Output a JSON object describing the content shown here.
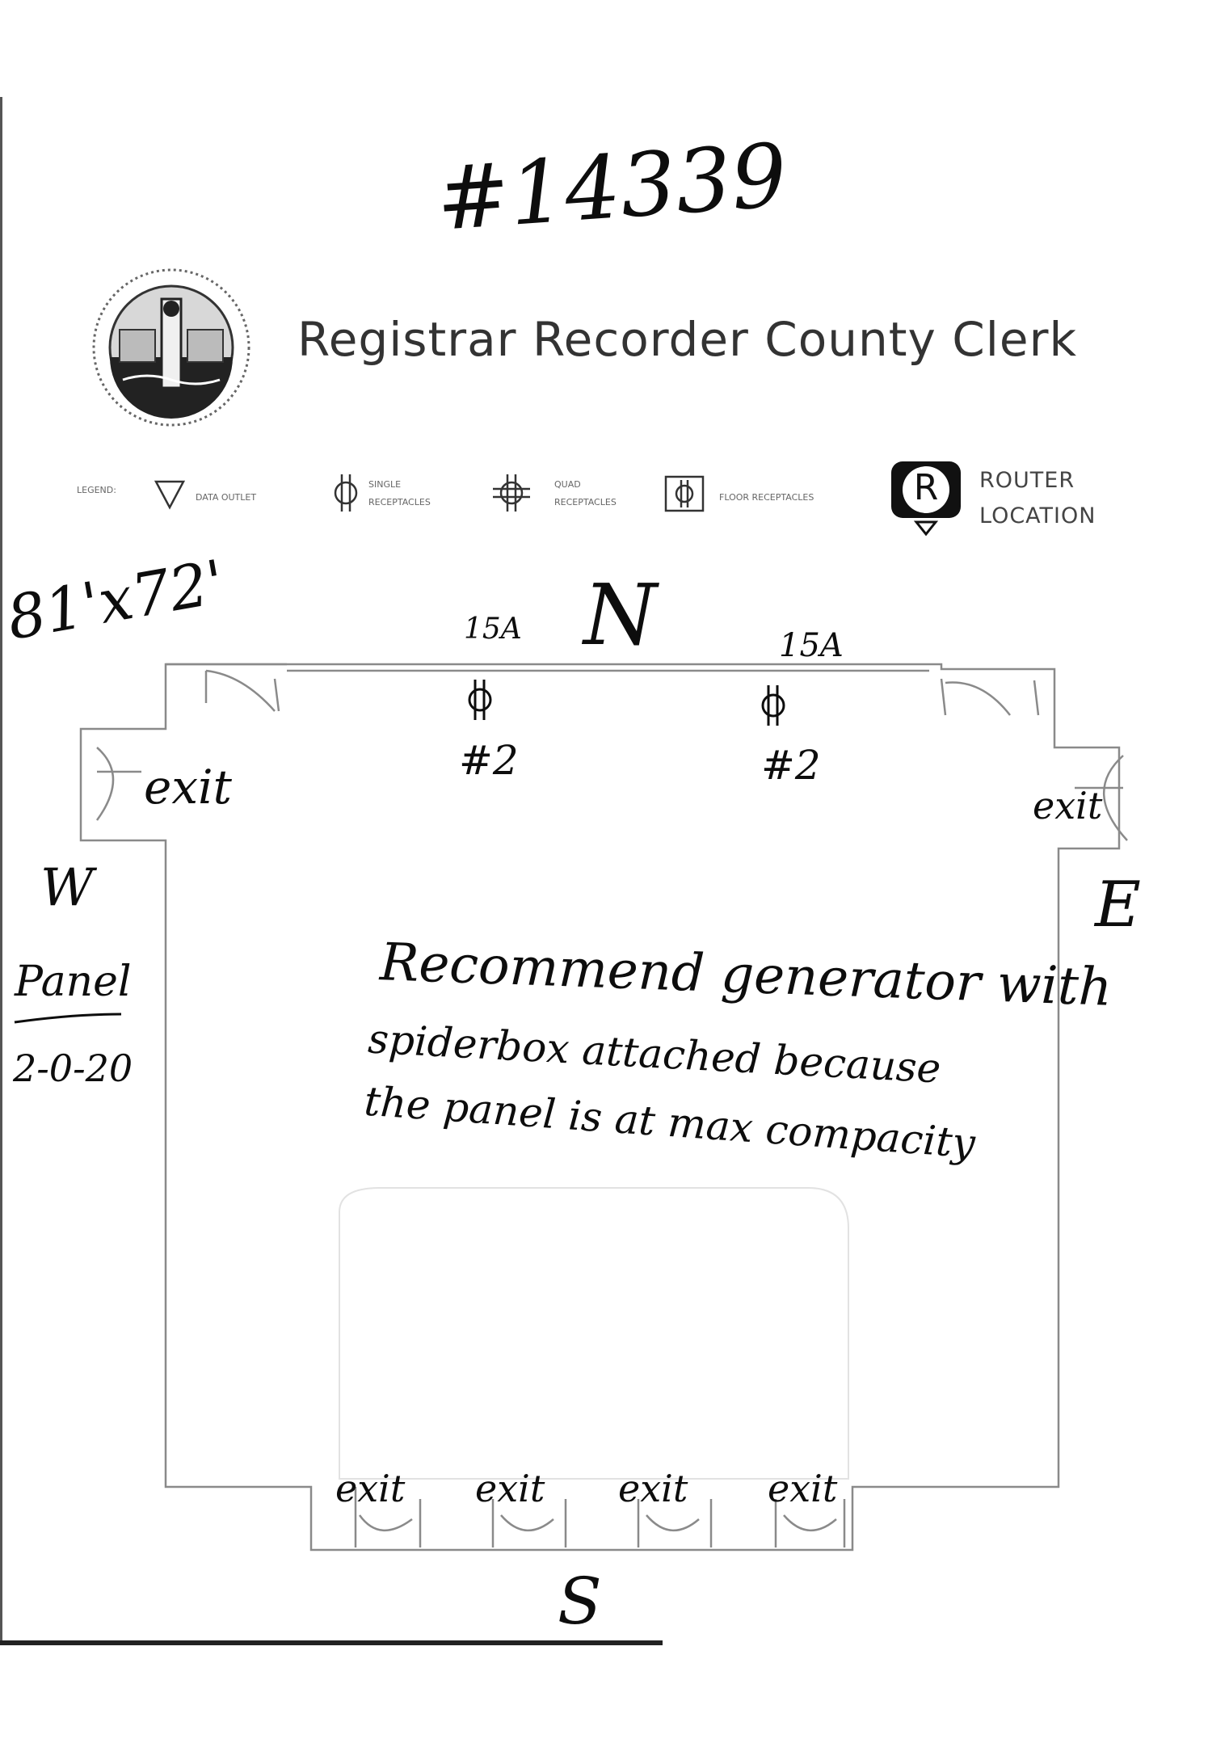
{
  "form_number": "#14339",
  "header": {
    "title": "Registrar Recorder County Clerk",
    "seal_icon": "county-seal-icon"
  },
  "legend": {
    "label": "LEGEND:",
    "items": [
      {
        "icon": "data-outlet-icon",
        "text": "DATA OUTLET"
      },
      {
        "icon": "single-receptacle-icon",
        "line1": "SINGLE",
        "line2": "RECEPTACLES"
      },
      {
        "icon": "quad-receptacle-icon",
        "line1": "QUAD",
        "line2": "RECEPTACLES"
      },
      {
        "icon": "floor-receptacle-icon",
        "text": "FLOOR RECEPTACLES"
      }
    ],
    "router": {
      "icon": "router-location-icon",
      "letter": "R",
      "line1": "ROUTER",
      "line2": "LOCATION"
    }
  },
  "annotations": {
    "dimensions": "81'x72'",
    "compass": {
      "north": "N",
      "south": "S",
      "east": "E",
      "west": "W"
    },
    "outlet_left": {
      "amp": "15A",
      "number": "#2"
    },
    "outlet_right": {
      "amp": "15A",
      "number": "#2"
    },
    "exit_west": "exit",
    "exit_east": "exit",
    "exits_south": [
      "exit",
      "exit",
      "exit",
      "exit"
    ],
    "panel": {
      "label": "Panel",
      "location": "2-0-20"
    },
    "note_lines": [
      "Recommend generator with",
      "spiderbox attached because",
      "the panel is at max compacity"
    ]
  },
  "colors": {
    "ink": "#0d0d0d",
    "plan_line": "#8a8a8a",
    "print": "#333333"
  }
}
